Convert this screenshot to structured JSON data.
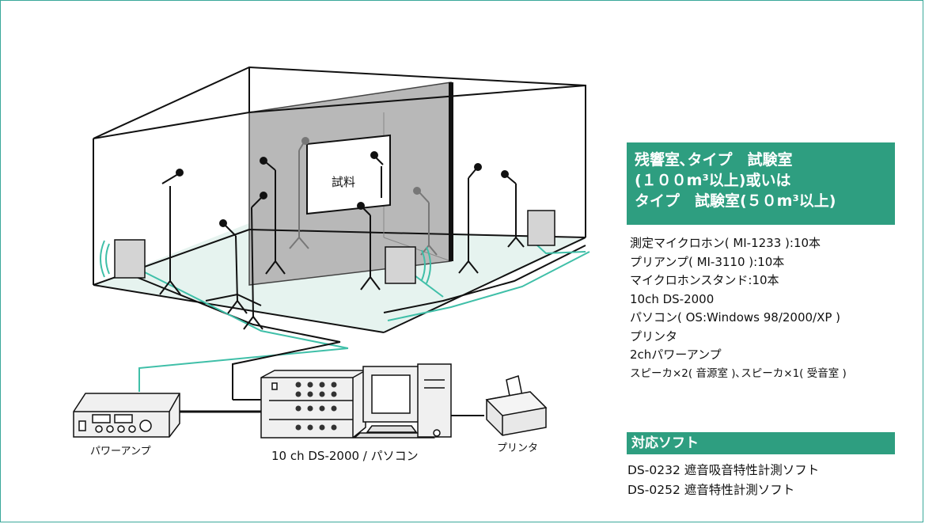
{
  "diagram": {
    "sample_label": "試料",
    "power_amp_label": "パワーアンプ",
    "ds_pc_label": "10 ch DS-2000 / パソコン",
    "printer_label": "プリンタ"
  },
  "info_panel": {
    "title_lines": [
      "残響室､タイプ　試験室",
      "(１００m³以上)或いは",
      "タイプ　試験室(５０m³以上)"
    ],
    "equipment": [
      "測定マイクロホン( MI-1233 ):10本",
      "プリアンプ( MI-3110 ):10本",
      "マイクロホンスタンド:10本",
      "10ch DS-2000",
      "パソコン( OS:Windows 98/2000/XP )",
      "プリンタ",
      "2chパワーアンプ",
      "スピーカ×2( 音源室 )､スピーカ×1( 受音室 )"
    ],
    "software_heading": "対応ソフト",
    "software": [
      "DS-0232 遮音吸音特性計測ソフト",
      "DS-0252 遮音特性計測ソフト"
    ]
  },
  "colors": {
    "accent": "#2e9e80",
    "cable": "#3fbfa8",
    "wall_gray": "#b8b8b8",
    "floor_tint": "#e6f3ef"
  }
}
